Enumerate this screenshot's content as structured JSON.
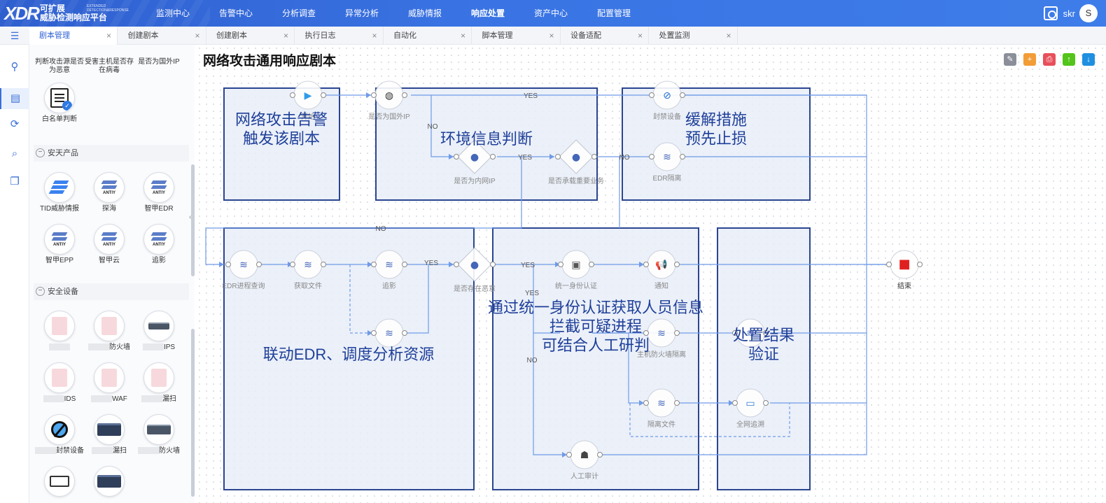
{
  "app": {
    "title_line1": "可扩展",
    "title_line2": "威胁检测响应平台",
    "title_en": "EXTENDED DETECTION&RESPONSE",
    "logo_mark": "XDR"
  },
  "nav": {
    "items": [
      "监测中心",
      "告警中心",
      "分析调查",
      "异常分析",
      "威胁情报",
      "响应处置",
      "资产中心",
      "配置管理"
    ],
    "active_index": 5
  },
  "user": {
    "name": "skr",
    "avatar_letter": "S"
  },
  "tabs": [
    {
      "label": "剧本管理",
      "active": true
    },
    {
      "label": "创建剧本"
    },
    {
      "label": "创建剧本"
    },
    {
      "label": "执行日志"
    },
    {
      "label": "自动化"
    },
    {
      "label": "脚本管理"
    },
    {
      "label": "设备适配"
    },
    {
      "label": "处置监测"
    }
  ],
  "palette": {
    "top_items": [
      "判断攻击源是否为恶意",
      "受害主机是否存在病毒",
      "是否为国外IP"
    ],
    "whitelist": "白名单判断",
    "section_antiy": "安天产品",
    "antiy_items": [
      "TID威胁情报",
      "探海",
      "智甲EDR",
      "智甲EPP",
      "智甲云",
      "追影"
    ],
    "section_security": "安全设备",
    "security_items": [
      "",
      "防火墙",
      "IPS",
      "IDS",
      "WAF",
      "漏扫",
      "封禁设备",
      "漏扫",
      "防火墙"
    ]
  },
  "canvas": {
    "title": "网络攻击通用响应剧本",
    "groups": [
      "网络攻击告警\n触发该剧本",
      "环境信息判断",
      "缓解措施\n预先止损",
      "联动EDR、调度分析资源",
      "通过统一身份认证获取人员信息\n拦截可疑进程\n可结合人工研判",
      "处置结果\n验证"
    ],
    "nodes": {
      "start": "开始",
      "foreign_ip": "是否为国外IP",
      "intranet_ip": "是否为内网IP",
      "key_business": "是否承载重要业务",
      "block_device": "封禁设备",
      "edr_isolate": "EDR隔离",
      "edr_query": "EDR进程查询",
      "get_file": "获取文件",
      "trace": "追影",
      "malicious": "是否存在恶意",
      "identity": "统一身份认证",
      "notify": "通知",
      "host_fw": "主机防火墙隔离",
      "isolate_file": "隔离文件",
      "net_trace": "全网追溯",
      "manual": "人工审计",
      "end": "结束"
    },
    "edge_labels": {
      "yes": "YES",
      "no": "NO"
    }
  },
  "colors": {
    "accent": "#3a6fd8",
    "group_fill": "#e8edf8",
    "group_border": "#2b4590",
    "group_text": "#1f3f99",
    "link": "#6f9be8"
  }
}
